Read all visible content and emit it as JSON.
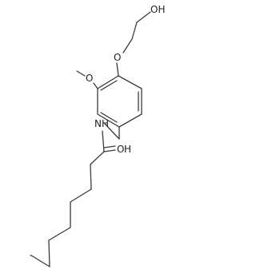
{
  "molecule": {
    "atom_labels": {
      "hydroxyl": "OH",
      "ether_oxygen_top": "O",
      "methoxy_oxygen": "O",
      "amide_nitrogen": "N",
      "amide_hydrogen": "H",
      "carbonyl_oxygen": "O",
      "carbonyl_hydrogen": "H"
    },
    "colors": {
      "bond": "#3a3a3a",
      "label": "#222222",
      "background": "#ffffff"
    }
  }
}
